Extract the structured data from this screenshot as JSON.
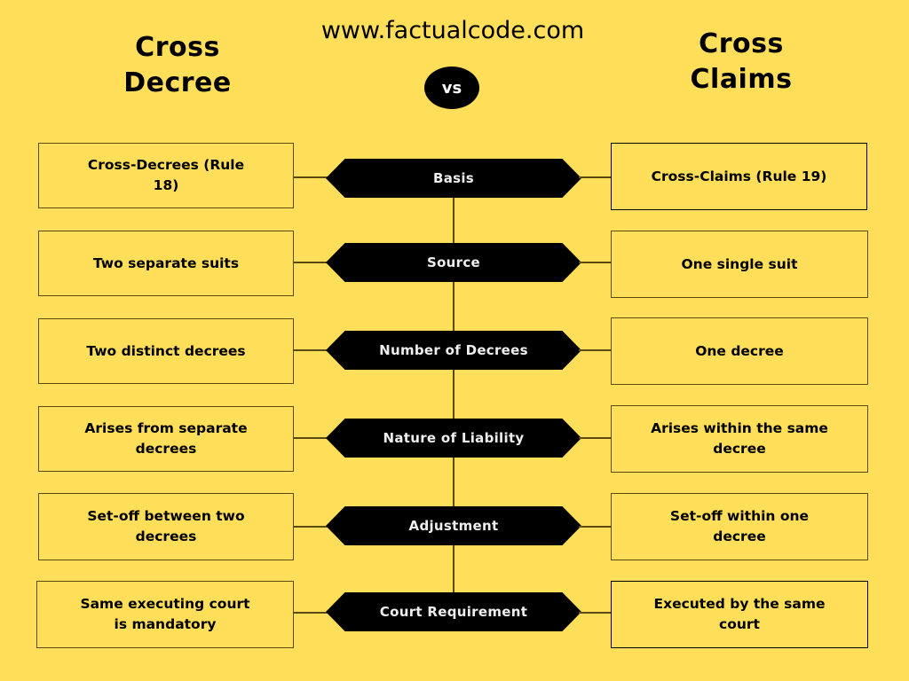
{
  "header": {
    "site_url": "www.factualcode.com",
    "left_title": "Cross Decree",
    "right_title": "Cross Claims",
    "vs_label": "vs"
  },
  "colors": {
    "background": "#ffde59",
    "hexagon_fill": "#000000",
    "hexagon_text": "#eeeeee",
    "border": "#5c4a12"
  },
  "rows": [
    {
      "criterion": "Basis",
      "left": "Cross-Decrees (Rule 18)",
      "right": "Cross-Claims (Rule 19)"
    },
    {
      "criterion": "Source",
      "left": "Two separate suits",
      "right": "One single suit"
    },
    {
      "criterion": "Number of Decrees",
      "left": "Two distinct decrees",
      "right": "One decree"
    },
    {
      "criterion": "Nature of Liability",
      "left": "Arises from separate decrees",
      "right": "Arises within the same decree"
    },
    {
      "criterion": "Adjustment",
      "left": "Set-off between two decrees",
      "right": "Set-off within one decree"
    },
    {
      "criterion": "Court Requirement",
      "left": "Same executing court is mandatory",
      "right": "Executed by the same court"
    }
  ]
}
